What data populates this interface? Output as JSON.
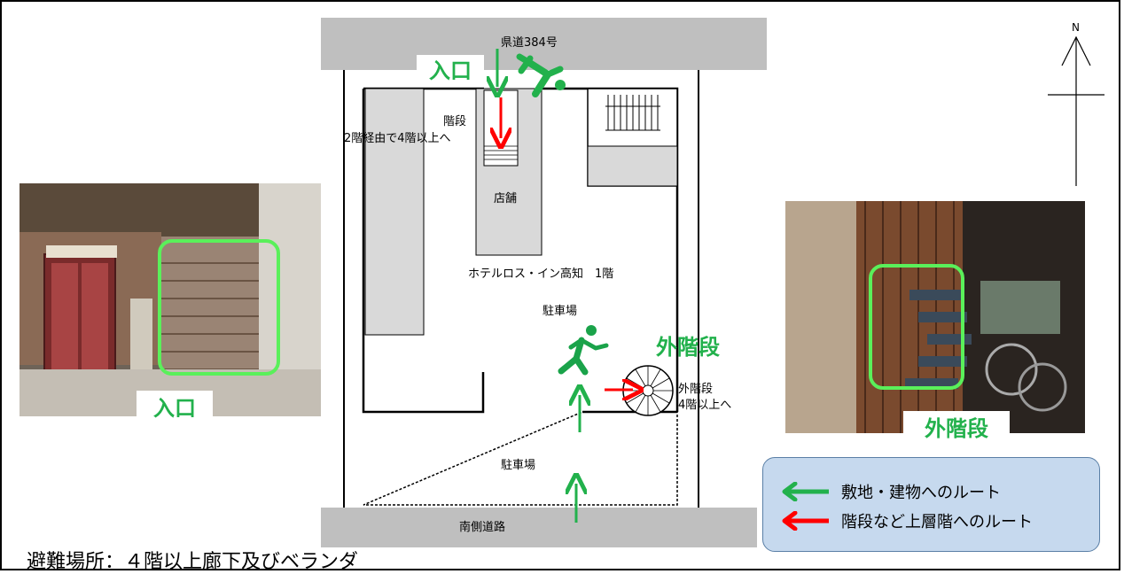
{
  "compass": {
    "north": "N"
  },
  "map": {
    "road_north": "県道384号",
    "road_south": "南側道路",
    "entrance_label": "入口",
    "stairs_label": "階段",
    "stairs_note": "2階経由で4階以上へ",
    "shop_label": "店舗",
    "building_label": "ホテルロス・イン高知　1階",
    "parking_upper": "駐車場",
    "parking_lower": "駐車場",
    "outer_stairs_label": "外階段",
    "outer_stairs_note_1": "外階段",
    "outer_stairs_note_2": "4階以上へ"
  },
  "photos": {
    "left_caption": "入口",
    "right_caption": "外階段"
  },
  "legend": {
    "green_route": "敷地・建物へのルート",
    "red_route": "階段など上層階へのルート"
  },
  "evacuation": "避難場所：４階以上廊下及びベランダ",
  "colors": {
    "route_green": "#22b14c",
    "route_red": "#ff0000",
    "road_gray": "#bfbfbf",
    "legend_bg": "#c6d9ee"
  }
}
